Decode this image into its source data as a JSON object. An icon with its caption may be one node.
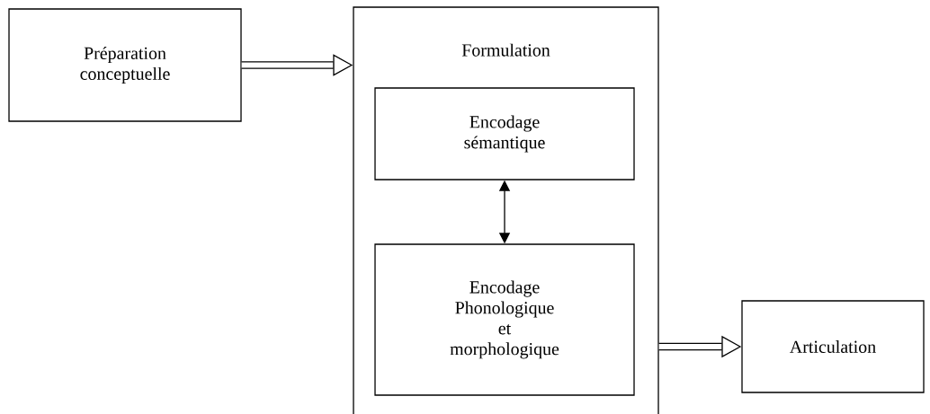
{
  "diagram": {
    "nodes": [
      {
        "text": [
          "Préparation conceptuelle"
        ]
      },
      {
        "text": [
          "Formulation"
        ]
      },
      {
        "text": [
          "Encodage sémantique"
        ],
        "in": 1
      },
      {
        "text": [
          "Encodage Phonologique et morphologique"
        ],
        "in": 1
      },
      {
        "text": [
          "Articulation"
        ]
      }
    ],
    "edges": [
      {
        "from": 0,
        "to": 1,
        "arrow": "to"
      },
      {
        "from": 2,
        "to": 3,
        "arrow": "both"
      },
      {
        "from": 1,
        "to": 4,
        "arrow": "to"
      }
    ]
  }
}
